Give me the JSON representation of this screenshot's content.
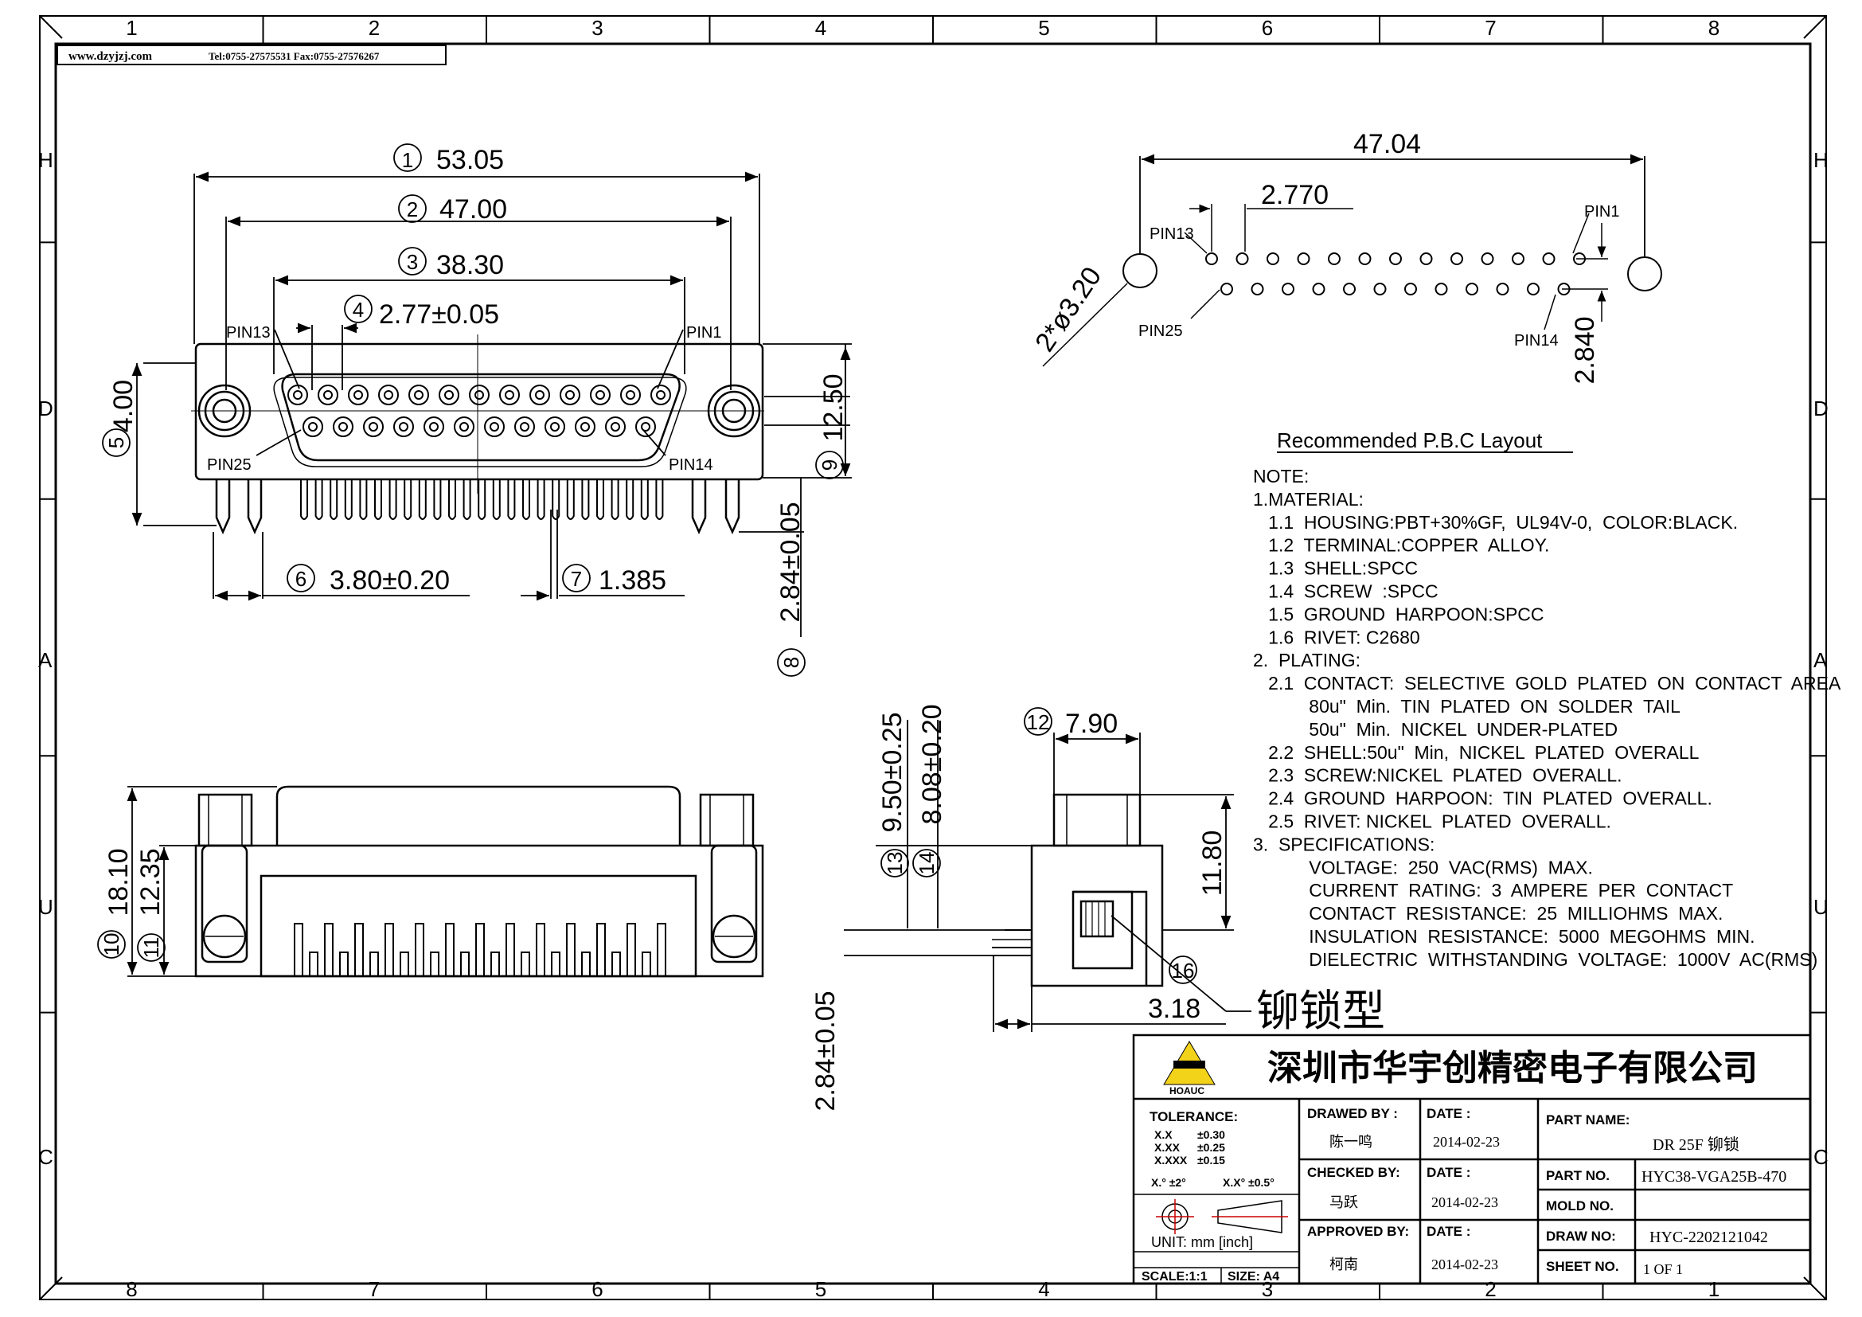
{
  "header": {
    "website": "www.dzyjzj.com",
    "contact": "Tel:0755-27575531  Fax:0755-27576267"
  },
  "border": {
    "top_cols": [
      "1",
      "2",
      "3",
      "4",
      "5",
      "6",
      "7",
      "8"
    ],
    "bottom_cols": [
      "8",
      "7",
      "6",
      "5",
      "4",
      "3",
      "2",
      "1"
    ],
    "left_rows": [
      "H",
      "D",
      "A",
      "U",
      "C"
    ],
    "right_rows": [
      "H",
      "D",
      "A",
      "U",
      "C"
    ]
  },
  "front_view": {
    "d1": {
      "num": "1",
      "value": "53.05"
    },
    "d2": {
      "num": "2",
      "value": "47.00"
    },
    "d3": {
      "num": "3",
      "value": "38.30"
    },
    "d4": {
      "num": "4",
      "value": "2.77±0.05"
    },
    "d5": {
      "num": "5",
      "value": "4.00"
    },
    "d6": {
      "num": "6",
      "value": "3.80±0.20"
    },
    "d7": {
      "num": "7",
      "value": "1.385"
    },
    "d8": {
      "num": "8",
      "value": "2.84±0.05"
    },
    "d9": {
      "num": "9",
      "value": "12.50"
    },
    "pin13": "PIN13",
    "pin1": "PIN1",
    "pin25": "PIN25",
    "pin14": "PIN14"
  },
  "pcb_layout": {
    "width": "47.04",
    "pitch": "2.770",
    "row_gap": "2.840",
    "hole": "2*ø3.20",
    "pin13": "PIN13",
    "pin1": "PIN1",
    "pin25": "PIN25",
    "pin14": "PIN14",
    "title": "Recommended  P.B.C  Layout"
  },
  "bottom_view": {
    "d10": {
      "num": "10",
      "value": "18.10"
    },
    "d11": {
      "num": "11",
      "value": "12.35"
    }
  },
  "side_view": {
    "d12": {
      "num": "12",
      "value": "7.90"
    },
    "d13": {
      "num": "13",
      "value": "9.50±0.25"
    },
    "d14": {
      "num": "14",
      "value": "8.08±0.20"
    },
    "h": "11.80",
    "d318": "3.18",
    "d16": {
      "num": "16"
    },
    "d284": "2.84±0.05",
    "rivet_type": "铆锁型"
  },
  "notes": {
    "lines": [
      "NOTE:",
      "1.MATERIAL:",
      "   1.1  HOUSING:PBT+30%GF,  UL94V-0,  COLOR:BLACK.",
      "   1.2  TERMINAL:COPPER  ALLOY.",
      "   1.3  SHELL:SPCC",
      "   1.4  SCREW  :SPCC",
      "   1.5  GROUND  HARPOON:SPCC",
      "   1.6  RIVET: C2680",
      "2.  PLATING:",
      "   2.1  CONTACT:  SELECTIVE  GOLD  PLATED  ON  CONTACT  AREA",
      "           80u\"  Min.  TIN  PLATED  ON  SOLDER  TAIL",
      "           50u\"  Min.  NICKEL  UNDER-PLATED",
      "   2.2  SHELL:50u\"  Min,  NICKEL  PLATED  OVERALL",
      "   2.3  SCREW:NICKEL  PLATED  OVERALL.",
      "   2.4  GROUND  HARPOON:  TIN  PLATED  OVERALL.",
      "   2.5  RIVET: NICKEL  PLATED  OVERALL.",
      "3.  SPECIFICATIONS:",
      "           VOLTAGE:  250  VAC(RMS)  MAX.",
      "           CURRENT  RATING:  3  AMPERE  PER  CONTACT",
      "           CONTACT  RESISTANCE:  25  MILLIOHMS  MAX.",
      "           INSULATION  RESISTANCE:  5000  MEGOHMS  MIN.",
      "           DIELECTRIC  WITHSTANDING  VOLTAGE:  1000V  AC(RMS)"
    ]
  },
  "title_block": {
    "company": "深圳市华宇创精密电子有限公司",
    "logo_text": "HOAUC",
    "tolerance_label": "TOLERANCE:",
    "tol_x": "X.X",
    "tol_x_v": "±0.30",
    "tol_xx": "X.XX",
    "tol_xx_v": "±0.25",
    "tol_xxx": "X.XXX",
    "tol_xxx_v": "±0.15",
    "tol_ang1": "X.°  ±2°",
    "tol_ang2": "X.X°  ±0.5°",
    "unit": "UNIT:  mm  [inch]",
    "scale": "SCALE:1:1",
    "size": "SIZE:  A4",
    "drawed_by_label": "DRAWED  BY :",
    "drawed_by": "陈一鸣",
    "checked_by_label": "CHECKED  BY:",
    "checked_by": "马跃",
    "approved_by_label": "APPROVED  BY:",
    "approved_by": "柯南",
    "date_label": "DATE :",
    "date1": "2014-02-23",
    "date2": "2014-02-23",
    "date3": "2014-02-23",
    "part_name_label": "PART  NAME:",
    "part_name": "DR  25F  铆锁",
    "part_no_label": "PART  NO.",
    "part_no": "HYC38-VGA25B-470",
    "mold_no_label": "MOLD  NO.",
    "mold_no": "",
    "draw_no_label": "DRAW  NO:",
    "draw_no": "HYC-2202121042",
    "sheet_no_label": "SHEET  NO.",
    "sheet_no": "1  OF  1"
  }
}
